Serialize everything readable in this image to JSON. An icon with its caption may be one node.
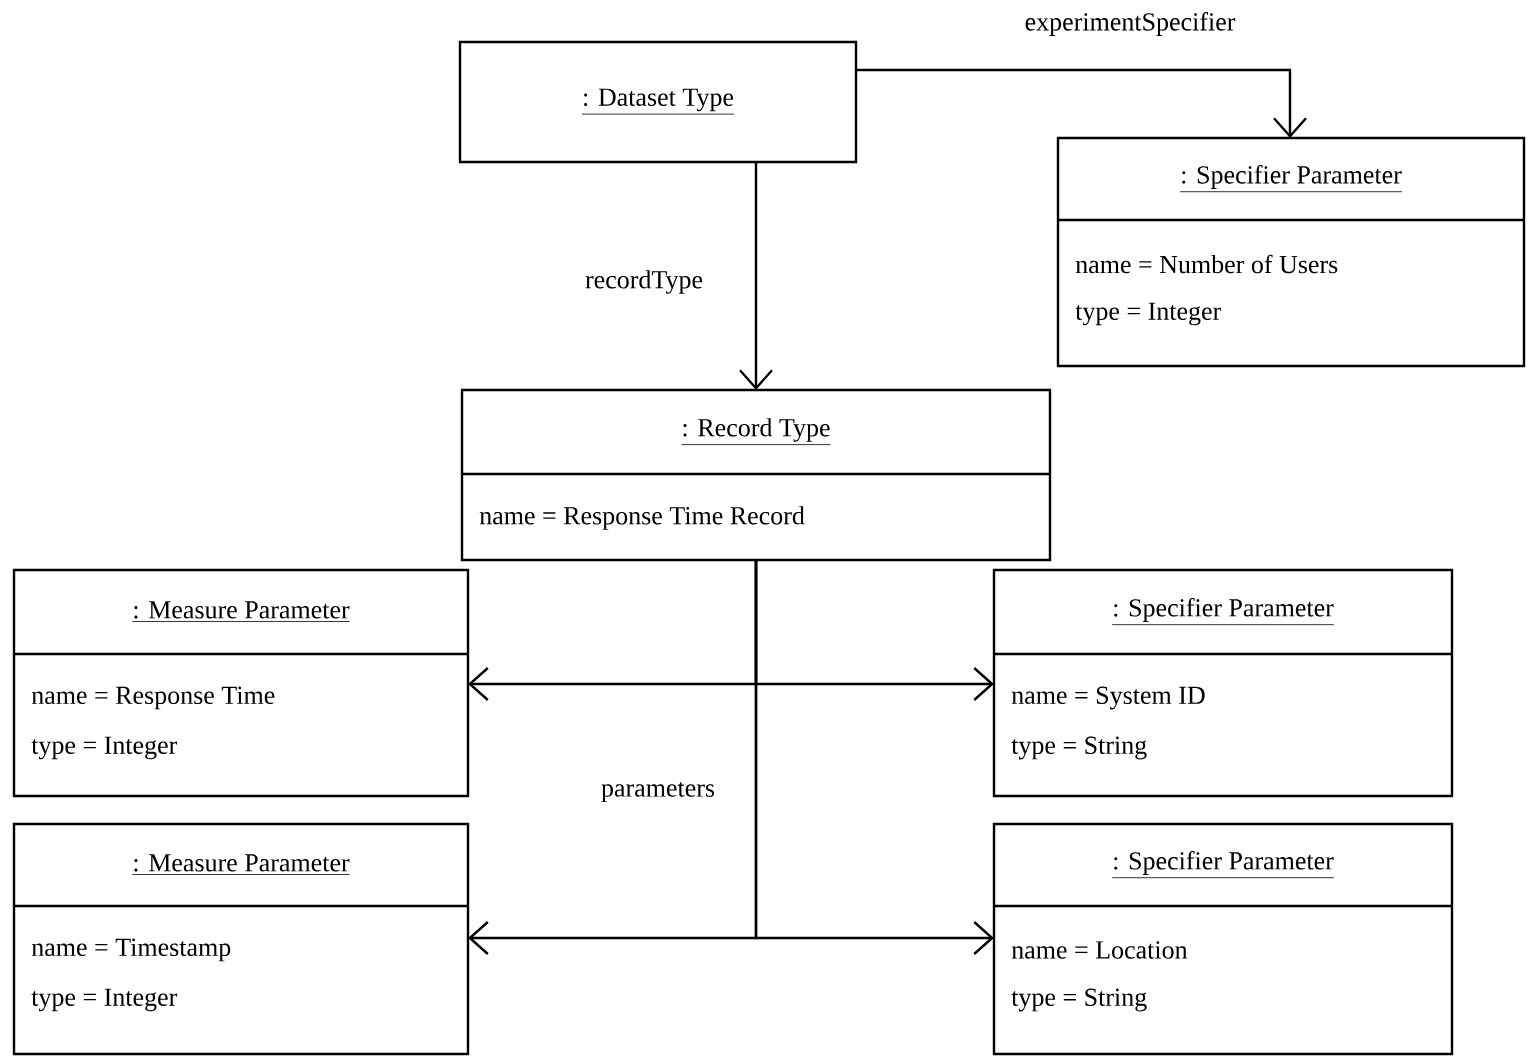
{
  "diagram": {
    "nodes": [
      {
        "text": [
          ": Dataset Type"
        ]
      },
      {
        "text": [
          ": Specifier Parameter",
          "name = Number of Users",
          "type = Integer"
        ]
      },
      {
        "text": [
          ": Record Type",
          "name = Response Time Record"
        ]
      },
      {
        "text": [
          ": Measure Parameter",
          "name = Response Time",
          "type = Integer"
        ]
      },
      {
        "text": [
          ": Specifier Parameter",
          "name = System ID",
          "type = String"
        ]
      },
      {
        "text": [
          ": Measure Parameter",
          "name = Timestamp",
          "type = Integer"
        ]
      },
      {
        "text": [
          ": Specifier Parameter",
          "name = Location",
          "type = String"
        ]
      }
    ],
    "edges": [
      {
        "from": 0,
        "to": 1,
        "arrow": "to",
        "label": "experimentSpecifier"
      },
      {
        "from": 0,
        "to": 2,
        "arrow": "to",
        "label": "recordType"
      },
      {
        "from": 2,
        "to": 3,
        "arrow": "to",
        "label": "parameters"
      },
      {
        "from": 2,
        "to": 4,
        "arrow": "to"
      },
      {
        "from": 2,
        "to": 5,
        "arrow": "to"
      },
      {
        "from": 2,
        "to": 6,
        "arrow": "to"
      }
    ]
  }
}
